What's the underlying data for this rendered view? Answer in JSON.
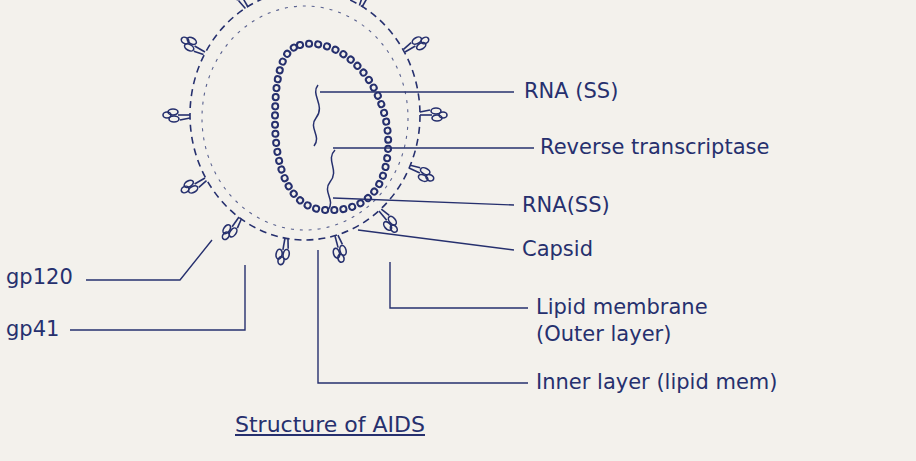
{
  "diagram": {
    "title": "Structure of AIDS",
    "labels": [
      "RNA (SS)",
      "Reverse transcriptase",
      "RNA(SS)",
      "Capsid",
      "Lipid membrane (Outer layer)",
      "Inner layer (lipid mem)",
      "gp120",
      "gp41"
    ]
  }
}
